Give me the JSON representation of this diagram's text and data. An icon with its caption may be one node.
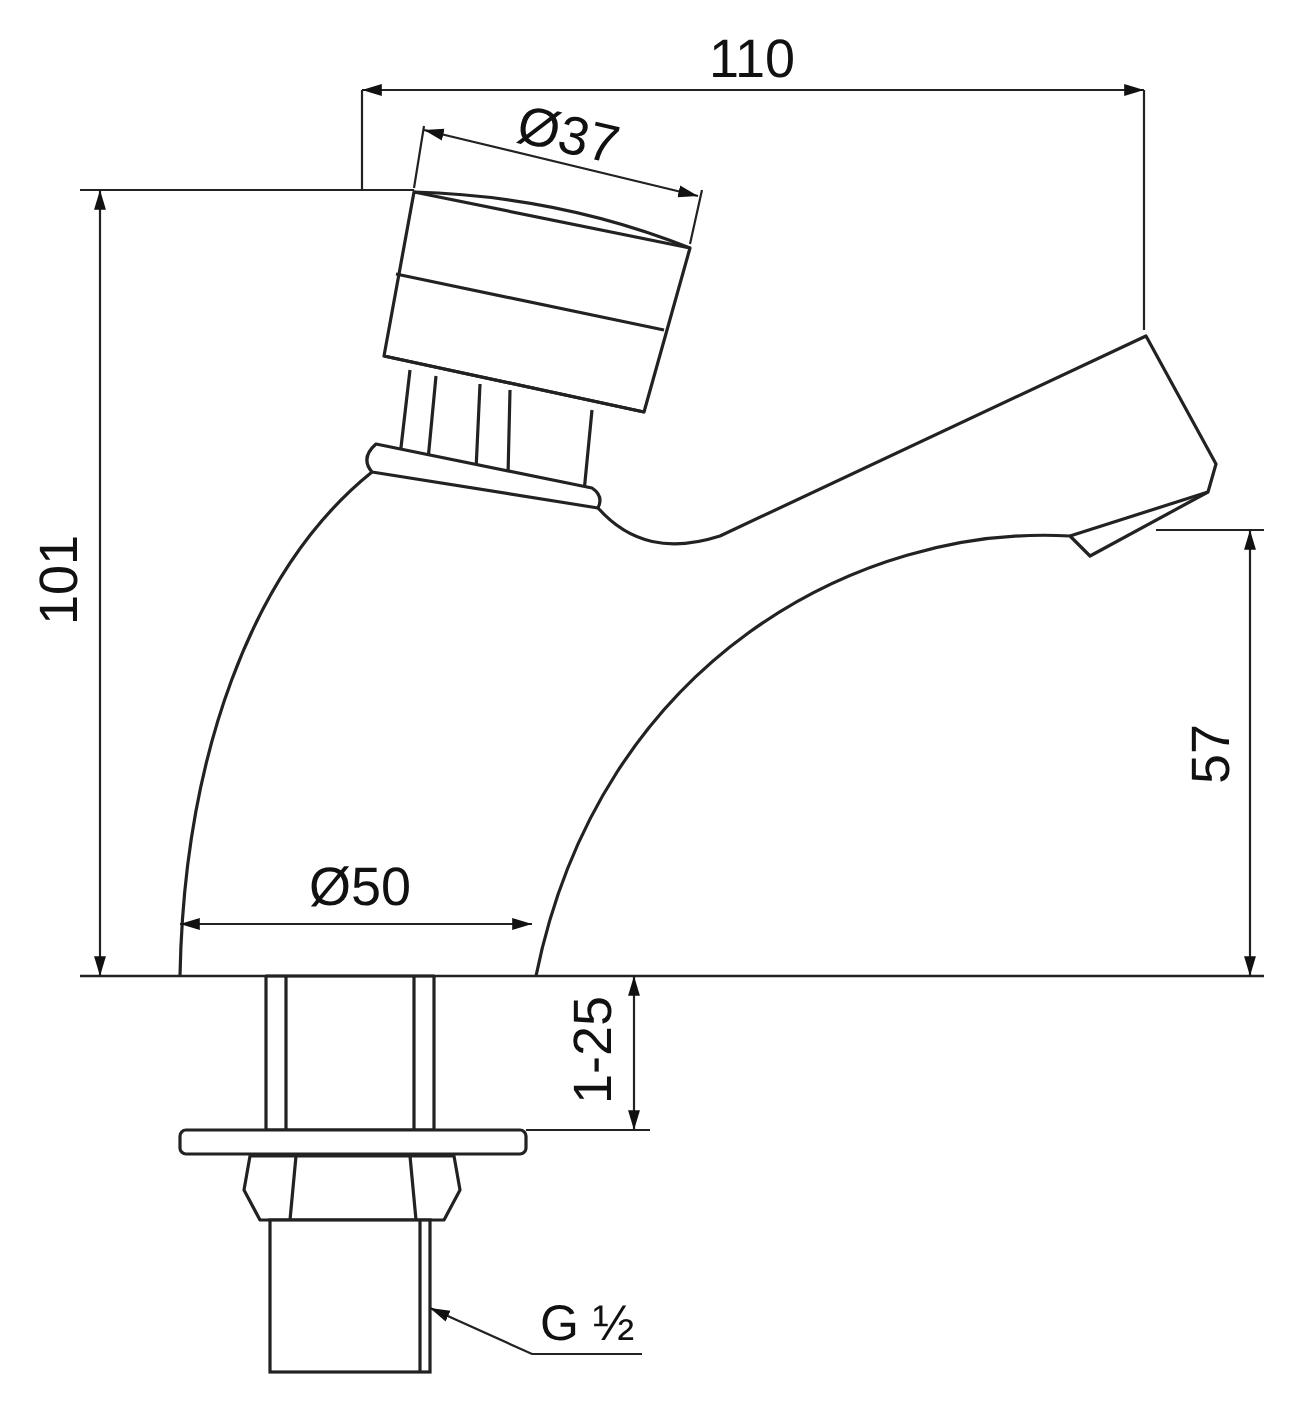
{
  "diagram": {
    "nodes": [
      {
        "text": [
          "G ½"
        ]
      },
      {
        "text": [],
        "shape": "picture"
      }
    ],
    "edges": [
      {
        "from": 0,
        "to": 1,
        "arrow": "to"
      }
    ],
    "labels": [
      "110",
      "Ø37",
      "101",
      "57",
      "Ø50",
      "1-25"
    ]
  }
}
